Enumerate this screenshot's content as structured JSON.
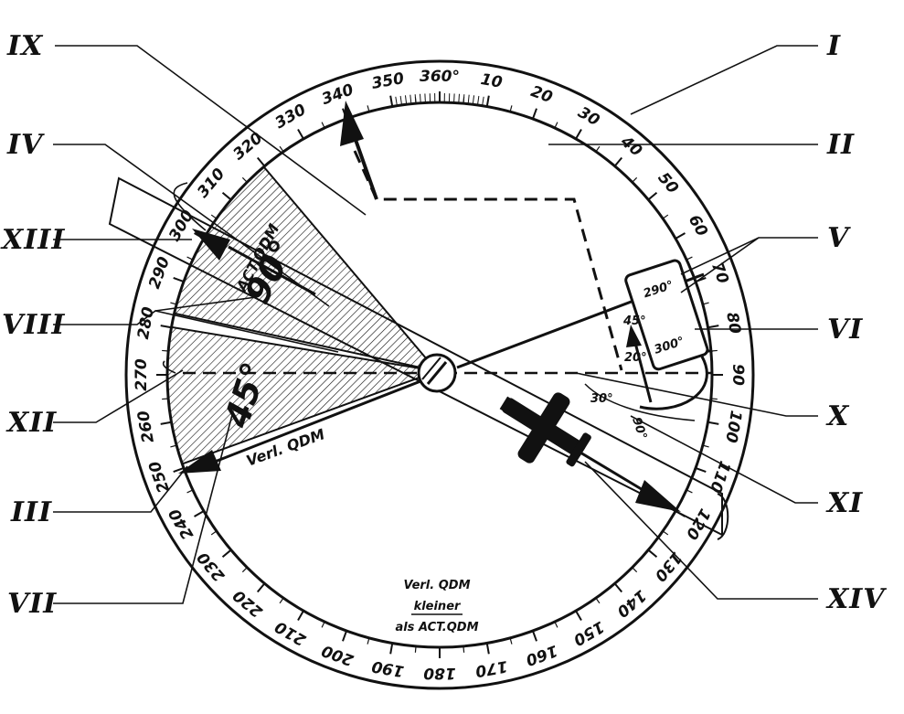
{
  "callouts": [
    "I",
    "II",
    "III",
    "IV",
    "V",
    "VI",
    "VII",
    "VIII",
    "IX",
    "X",
    "XI",
    "XII",
    "XIII",
    "XIV"
  ],
  "scale_numbers": [
    "360°",
    "10",
    "20",
    "30",
    "40",
    "50",
    "60",
    "70",
    "80",
    "90",
    "100",
    "110",
    "120",
    "130",
    "140",
    "150",
    "160",
    "170",
    "180",
    "190",
    "200",
    "210",
    "220",
    "230",
    "240",
    "250",
    "260",
    "270",
    "280",
    "290",
    "300",
    "310",
    "320",
    "330",
    "340",
    "350"
  ],
  "labels": {
    "act_qdm": "ACT.QDM",
    "act_angle": "90°",
    "verl_qdm": "Verl. QDM",
    "verl_angle": "45°",
    "card_top": "290°",
    "card_bottom": "300°",
    "angle_45": "45°",
    "angle_20": "20°",
    "angle_30": "30°",
    "angle_90": "90°"
  },
  "note": {
    "line1": "Verl. QDM",
    "line2": "kleiner",
    "line3": "als ACT.QDM"
  },
  "colors": {
    "ink": "#111111",
    "background": "#ffffff"
  }
}
